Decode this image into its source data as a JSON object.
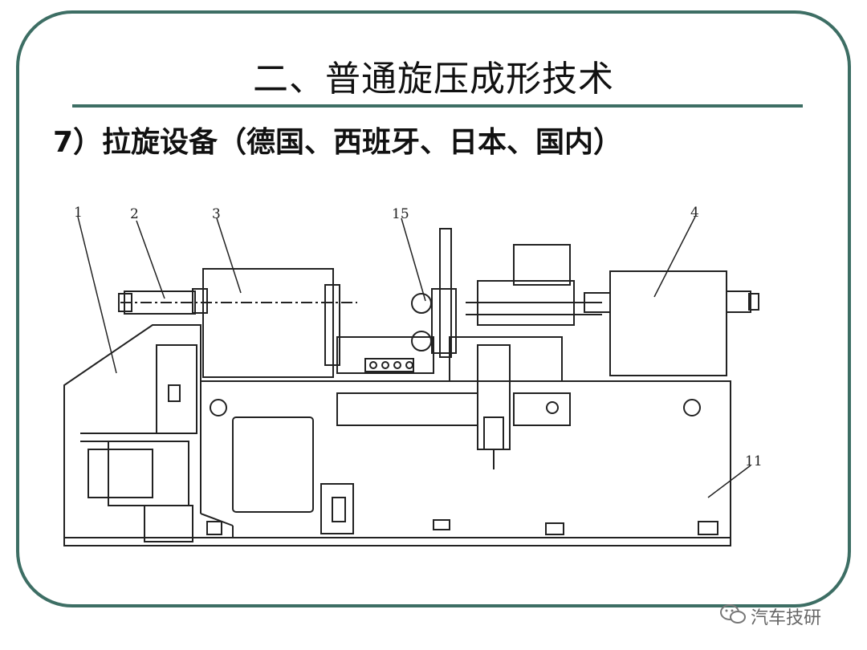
{
  "slide": {
    "title": "二、普通旋压成形技术",
    "subtitle": "7）拉旋设备（德国、西班牙、日本、国内）"
  },
  "diagram": {
    "labels": [
      "1",
      "2",
      "3",
      "15",
      "4",
      "11"
    ]
  },
  "watermark": {
    "text": "汽车技研",
    "icon": "wechat-icon"
  }
}
